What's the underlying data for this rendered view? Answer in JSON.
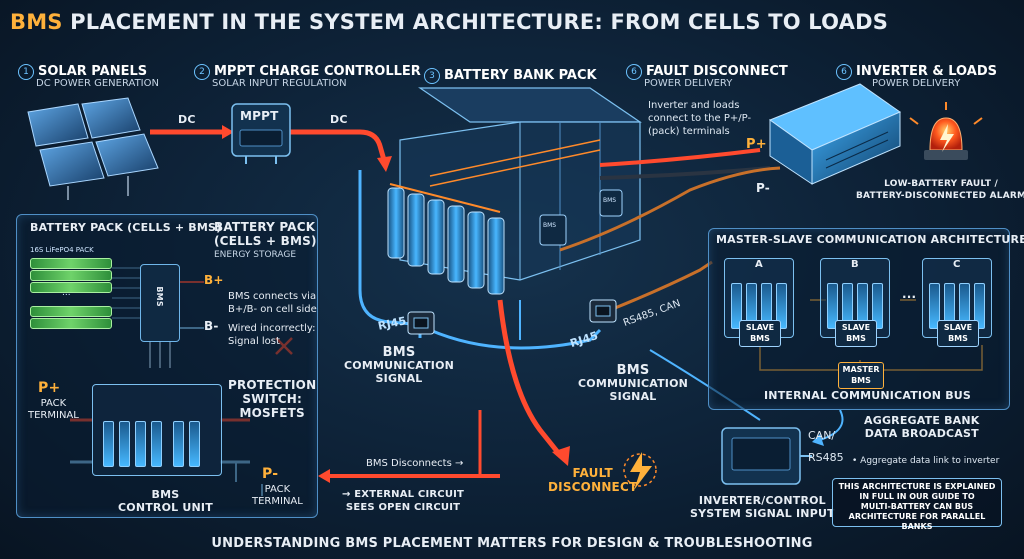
{
  "title": {
    "accent": "BMS",
    "rest": " PLACEMENT IN THE SYSTEM ARCHITECTURE: FROM CELLS TO LOADS"
  },
  "footer": "UNDERSTANDING BMS PLACEMENT MATTERS FOR DESIGN & TROUBLESHOOTING",
  "sections": {
    "solar": {
      "num": "1",
      "title": "SOLAR PANELS",
      "sub": "DC POWER GENERATION"
    },
    "mppt": {
      "num": "2",
      "title": "MPPT CHARGE CONTROLLER",
      "sub": "SOLAR INPUT REGULATION",
      "device": "MPPT"
    },
    "bank": {
      "num": "3",
      "title": "BATTERY BANK PACK"
    },
    "fault_disconnect": {
      "num": "6",
      "title": "FAULT DISCONNECT",
      "sub": "POWER DELIVERY",
      "note_lines": [
        "Inverter and loads",
        "connect to the P+/P-",
        "(pack) terminals"
      ]
    },
    "inverter": {
      "num": "6",
      "title": "INVERTER & LOADS",
      "sub": "POWER DELIVERY",
      "p_plus": "P+",
      "p_minus": "P-",
      "alarm_lines": [
        "LOW-BATTERY FAULT /",
        "BATTERY-DISCONNECTED ALARM"
      ]
    }
  },
  "wires": {
    "dc1": "DC",
    "dc2": "DC",
    "rj45_a": "RJ45",
    "rj45_b": "RJ45",
    "rs485": "RS485, CAN"
  },
  "signals": {
    "bms_comm_left": [
      "BMS",
      "COMMUNICATION",
      "SIGNAL"
    ],
    "bms_comm_right": [
      "BMS",
      "COMMUNICATION",
      "SIGNAL"
    ]
  },
  "pack_panel": {
    "header": "BATTERY PACK (CELLS + BMS)",
    "side_title_lines": [
      "BATTERY PACK",
      "(CELLS + BMS)"
    ],
    "side_sub": "ENERGY STORAGE",
    "cell_label": "16S LiFePO4 PACK",
    "bms_chip": "BMS",
    "b_plus": "B+",
    "b_minus": "B-",
    "note1_lines": [
      "BMS connects via",
      "B+/B- on cell side"
    ],
    "note2_lines": [
      "Wired incorrectly:",
      "Signal lost"
    ],
    "p_plus": "P+",
    "pack_terminal_top": [
      "PACK",
      "TERMINAL"
    ],
    "protection_lines": [
      "PROTECTION",
      "SWITCH:",
      "MOSFETS"
    ],
    "p_minus": "P-",
    "pack_terminal_bottom": [
      "PACK",
      "TERMINAL"
    ],
    "control_unit_lines": [
      "BMS",
      "CONTROL UNIT"
    ]
  },
  "disconnect_flow": {
    "bms_disconnects": "BMS Disconnects →",
    "external_lines": [
      "→ EXTERNAL CIRCUIT",
      "SEES OPEN CIRCUIT"
    ]
  },
  "fault": {
    "lines": [
      "FAULT",
      "DISCONNECT"
    ]
  },
  "master_slave": {
    "title": "MASTER-SLAVE COMMUNICATION ARCHITECTURE",
    "units": [
      {
        "letter": "A"
      },
      {
        "letter": "B"
      },
      {
        "letter": "C"
      }
    ],
    "slave_label": [
      "SLAVE",
      "BMS"
    ],
    "ellipsis": "...",
    "master_label": [
      "MASTER",
      "BMS"
    ],
    "bus_label": "INTERNAL COMMUNICATION BUS"
  },
  "aggregate": {
    "lines": [
      "AGGREGATE BANK",
      "DATA BROADCAST"
    ],
    "can": "CAN/",
    "rs485": "RS485",
    "note": "• Aggregate data link to inverter"
  },
  "inverter_input": {
    "lines": [
      "INVERTER/CONTROL",
      "SYSTEM SIGNAL INPUT"
    ]
  },
  "guide_note": {
    "lines": [
      "THIS ARCHITECTURE IS EXPLAINED",
      "IN FULL IN OUR GUIDE TO",
      "MULTI-BATTERY CAN BUS",
      "ARCHITECTURE FOR PARALLEL BANKS"
    ]
  },
  "colors": {
    "accent": "#ffb13b",
    "power": "#ff4a2e",
    "comm": "#4fb4ff",
    "frame": "#4f8fc6"
  }
}
